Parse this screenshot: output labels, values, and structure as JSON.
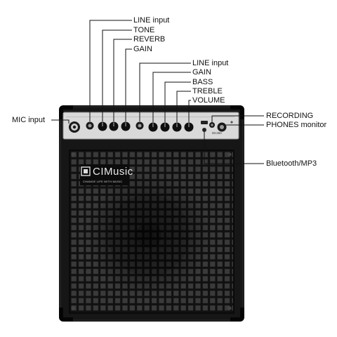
{
  "product": {
    "brand_logo": "CIMusic",
    "brand_tagline": "CHANGE LIFE WITH MUSIC",
    "model_badge": "DK350"
  },
  "callouts": {
    "line_input_1": "LINE input",
    "tone": "TONE",
    "reverb": "REVERB",
    "gain_1": "GAIN",
    "line_input_2": "LINE input",
    "gain_2": "GAIN",
    "bass": "BASS",
    "treble": "TREBLE",
    "volume": "VOLUME",
    "mic_input": "MIC input",
    "recording": "RECORDING",
    "phones_monitor": "PHONES monitor",
    "bluetooth_mp3": "Bluetooth/MP3"
  },
  "colors": {
    "cabinet": "#161616",
    "panel": "#d9d9d9",
    "grille": "#2a2a2a",
    "leader": "#111111"
  }
}
